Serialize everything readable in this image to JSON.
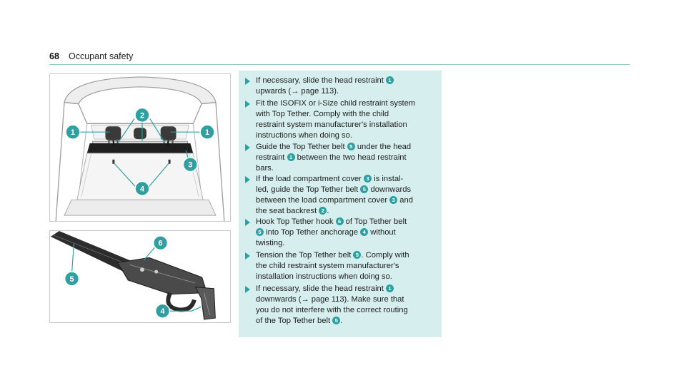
{
  "header": {
    "page_number": "68",
    "section_title": "Occupant safety"
  },
  "figure_top": {
    "callouts": [
      "1",
      "2",
      "1",
      "3",
      "4"
    ]
  },
  "figure_bottom": {
    "callouts": [
      "6",
      "5",
      "4"
    ]
  },
  "steps": [
    {
      "lines": [
        [
          {
            "t": "If necessary, slide the head restraint "
          },
          {
            "n": "1"
          }
        ],
        [
          {
            "t": "upwards (→ page 113)."
          }
        ]
      ]
    },
    {
      "lines": [
        [
          {
            "t": "Fit the ISOFIX or i-Size child restraint system"
          }
        ],
        [
          {
            "t": "with Top Tether. Comply with the child"
          }
        ],
        [
          {
            "t": "restraint system manufacturer's installation"
          }
        ],
        [
          {
            "t": "instructions when doing so."
          }
        ]
      ]
    },
    {
      "lines": [
        [
          {
            "t": "Guide the Top Tether belt "
          },
          {
            "n": "5"
          },
          {
            "t": " under the head"
          }
        ],
        [
          {
            "t": "restraint "
          },
          {
            "n": "1"
          },
          {
            "t": " between the two head restraint"
          }
        ],
        [
          {
            "t": "bars."
          }
        ]
      ]
    },
    {
      "lines": [
        [
          {
            "t": "If the load compartment cover "
          },
          {
            "n": "3"
          },
          {
            "t": " is instal-"
          }
        ],
        [
          {
            "t": "led, guide the Top Tether belt "
          },
          {
            "n": "5"
          },
          {
            "t": " downwards"
          }
        ],
        [
          {
            "t": "between the load compartment cover "
          },
          {
            "n": "3"
          },
          {
            "t": " and"
          }
        ],
        [
          {
            "t": "the seat backrest "
          },
          {
            "n": "2"
          },
          {
            "t": "."
          }
        ]
      ]
    },
    {
      "lines": [
        [
          {
            "t": "Hook Top Tether hook "
          },
          {
            "n": "6"
          },
          {
            "t": " of Top Tether belt"
          }
        ],
        [
          {
            "n": "5"
          },
          {
            "t": " into Top Tether anchorage "
          },
          {
            "n": "4"
          },
          {
            "t": " without"
          }
        ],
        [
          {
            "t": "twisting."
          }
        ]
      ]
    },
    {
      "lines": [
        [
          {
            "t": "Tension the Top Tether belt "
          },
          {
            "n": "5"
          },
          {
            "t": ". Comply with"
          }
        ],
        [
          {
            "t": "the child restraint system manufacturer's"
          }
        ],
        [
          {
            "t": "installation instructions when doing so."
          }
        ]
      ]
    },
    {
      "lines": [
        [
          {
            "t": "If necessary, slide the head restraint "
          },
          {
            "n": "1"
          }
        ],
        [
          {
            "t": "downwards (→ page 113). Make sure that"
          }
        ],
        [
          {
            "t": "you do not interfere with the correct routing"
          }
        ],
        [
          {
            "t": "of the Top Tether belt "
          },
          {
            "n": "5"
          },
          {
            "t": "."
          }
        ]
      ]
    }
  ],
  "colors": {
    "accent": "#2f9fa0",
    "panel": "#d6eeee",
    "rule": "#8fc7c7"
  }
}
